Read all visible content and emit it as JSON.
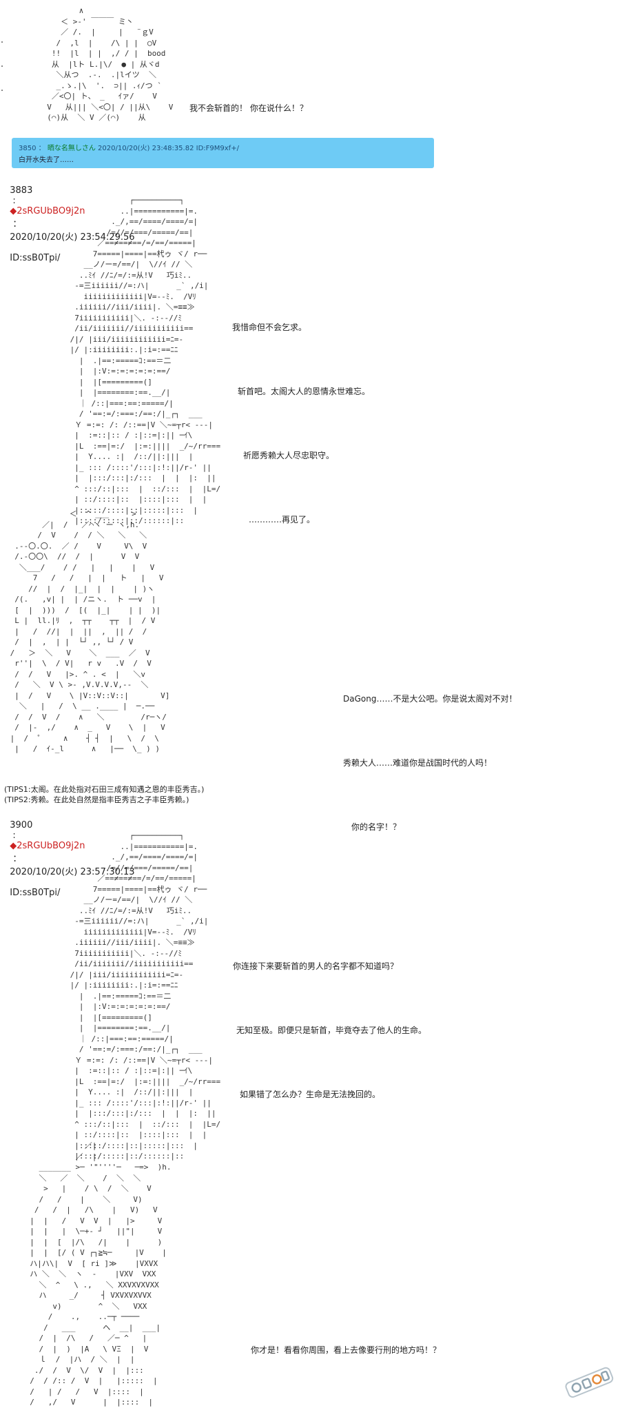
{
  "posts": [
    {
      "number": "3883",
      "trip": "◆2sRGUbBO9j2n",
      "datetime": "2020/10/20(火) 23:54:29.56",
      "id": "ID:ssB0Tpi/"
    },
    {
      "number": "3900",
      "trip": "◆2sRGUbBO9j2n",
      "datetime": "2020/10/20(火) 23:57:30.13",
      "id": "ID:ssB0Tpi/"
    }
  ],
  "separator": ":",
  "quote": {
    "number": "3850",
    "name": "晒な名無しさん",
    "datetime": "2020/10/20(火) 23:48:35.82",
    "id": "ID:F9M9xf+/",
    "text": "白开水失去了……"
  },
  "speech1": [
    "我不会斩首的！ 你在说什么！？"
  ],
  "speech2": [
    "我惜命但不会乞求。",
    "斩首吧。太阁大人的恩情永世难忘。",
    "祈愿秀赖大人尽忠职守。",
    "…………再见了。"
  ],
  "speech3": [
    "DaGong……不是大公吧。你是说太阁对不对！",
    "秀赖大人……难道你是战国时代的人吗！",
    "你的名字！？"
  ],
  "speech4": [
    "你连接下来要斩首的男人的名字都不知道吗？",
    "无知至极。即便只是斩首，毕竟夺去了他人的生命。",
    "如果错了怎么办？生命是无法挽回的。"
  ],
  "speech5": [
    "你才是！看看你周围，看上去像要行刑的地方吗！？"
  ],
  "tips": [
    "(TIPS1:太阁。在此处指对石田三成有知遇之恩的丰臣秀吉。)",
    "(TIPS2:秀赖。在此处自然是指丰臣秀吉之子丰臣秀赖。)"
  ],
  "ascii_art": {
    "art1": "         ∧\n     ＜ >‐' ￣￣￣ ミ丶\n     ／ /.  |     |   ¨ｇV\n    /  ,l  |    /\\ | |  ◯V\n   !!  |l  | |  ,/ / |  bood\n   从  |lト L.|\\/  ● | 从ヾd\n    ＼从つ  .‐.  .|lイツ  ＼\n    _.ゝ.|\\  '.  ⊃|| .ｨ/つ `\n   ／<〇| ト、 _   ｲァ/    V\n  V   从||| ＼<〇| / ||从\\    V\n  (⌒)从  ＼ V ／(⌒)    从",
    "art2": "              ┌──────────┐\n            ..|===========|=.\n          ._/,==/====/====/=|\n        ./=//=/===/=====/==|\n       ／==≠==≠==/=/==/=====|\n      7=====|====|==杙ゥ ヾ/ r──\n    __ノ/ー=/==/|  \\//ｲ // ＼\n   ..ﾐｲ //ﾆ/=/:=从!V   巧iﾐ..\n  -=三iiiiii//=:ハ|      _` ,/i|\n    iiiiiiiiiiiii|V=--ﾐ.  /Vﾘ\n  .iiiiii//iii/iiii|. ＼=≡≡≫\n  7iiiiiiiiiii|＼. -:--//ﾐ\n  /ii/iiiiiii//iiiiiiiiiii==\n /|/ |iii/iiiiiiiiiiii=ﾆ=-\n |/ |:iiiiiiii:.|:i=:==ﾆﾆ\n   |  .|==:=====ｺ:==＝二\n   |  |:V:=:=:=:=:=:==/\n   |  |[=========(]\n   |  |========:==.__/|\n   ｜ /::|===:==:=====/|\n   / '==:=/:===:/==:/|_┌┐  ___\n  Ｙ =:=: /: /::==|V ＼~=┬r< ---|\n  |  :=::|:: / :|::=|:|| ─ｲ\\\n  |L  :==|=:/  |:=:||||  _/~/rr===\n  |  Y.... :|  /::/||:|||  |\n  |_ ::: /::::'/:::|:!:||/r-' ||\n  |  |:::/:::|:/:::  |  |  |:  ||\n  ^ :::/::|:::  |  ::/:::  |  |L=/\n  | ::/::::|::  |::::|:::  |  |\n  |:::::/::::|::|:::::|:::  |\n  |::::/:::::|::/::::::|::",
    "art3": "              ＜  ^ ___     >\n        ／|  /   ／⌒ヽ ー ヽ,h.\n       /  V    /  / ＼   ＼   ＼\n  .--〇.〇.  ／ /    V     V\\  V\n  /.‐〇〇\\  //  /  |      V  V\n   ＼___/    / /   |   |    |   V\n      7   /   /   |  |   ト   |   V\n     //  |  /  |_|  |  |    | )ヽ\n  /(.   ,v| |  | /ニヽ.  ト ──v  |\n  [  |  )))  /  [(  |_|    | |  )|\n  L |  ll.|ﾘ  ,  ┬┬    ┬┬  |  / V\n  |   /  //|  |  ||  ,  || /  /\n  /  |  ,  | |  └┘ ,, └┘ / V\n /   ＞  ＼   V    ＼  ___  ／  V\n  r''|  \\  / V|   r v   .V  /  V\n  /  /   V   |>. ^ . <  |   ＼v\n  /   ＼  V \\ >- ,V.V.V.V,--  ＼\n  |  /   V    \\ |V::V::V::|       V]\n   ＼   |   /  \\ __ .____ |  ─.──\n  /  /  V  /    ∧   ＼        /r─ヽ/\n  /  |-  ,/    ∧  _   V    \\  |   V\n |  /  ゜    ∧    ┤ ┤  |   \\  /  \\\n  |   /  ｲ‐_l      ∧   |──  \\_ ) ) ",
    "art4": "              ┌──────────┐\n            ..|===========|=.\n          ._/,==/====/====/=|\n        ./=//=/===/=====/==|\n       ／==≠==≠==/=/==/=====|\n      7=====|====|==杙ゥ ヾ/ r──\n    __ノ/ー=/==/|  \\//ｲ // ＼\n   ..ﾐｲ //ﾆ/=/:=从!V   巧iﾐ..\n  -=三iiiiii//=:ハ|      _` ,/i|\n    iiiiiiiiiiiii|V=--ﾐ.  /Vﾘ\n  .iiiiii//iii/iiii|. ＼=≡≡≫\n  7iiiiiiiiiii|＼. -:--//ﾐ\n  /ii/iiiiiii//iiiiiiiiiii==\n /|/ |iii/iiiiiiiiiiii=ﾆ=-\n |/ |:iiiiiiii:.|:i=:==ﾆﾆ\n   |  .|==:=====ｺ:==＝二\n   |  |:V:=:=:=:=:=:==/\n   |  |[=========(]\n   |  |========:==.__/|\n   ｜ /::|===:==:=====/|\n   / '==:=/:===:/==:/|_┌┐  ___\n  Ｙ =:=: /: /::==|V ＼~=┬r< ---|\n  |  :=::|:: / :|::=|:|| ─ｲ\\\n  |L  :==|=:/  |:=:||||  _/~/rr===\n  |  Y.... :|  /::/||:|||  |\n  |_ ::: /::::'/:::|:!:||/r-' ||\n  |  |:::/:::|:/:::  |  |  |:  ||\n  ^ :::/::|:::  |  ::/:::  |  |L=/\n  | ::/::::|::  |::::|:::  |  |\n  |:::::/::::|::|:::::|:::  |\n  |::::/:::::|::/::::::|::",
    "art5": "              ／|\n            ／  |\n    _______ >─ '\"''''─   ─=>  )h.\n    ＼   ／  ＼    /  ＼  ＼\n     >   |    / \\  /  ＼    V\n    /   /    |    ＼     V)\n   /   /  |   /\\    |   V)   V\n  |  |   /   V  V  |   |>     V\n  |  |   |  \\─+- ┘   ||\"|     V\n  |  |  [  |/\\   /|    |      )\n  |  |  [/ ( V ┌┐≧≒─     |V    |\n  ハ|ハ\\|  V  [ ri ]≫    |VXVX\n  ハ ＼  ＼  ヽ  ‐    |VXV  VXX\n    ＼  ^   \\ .,   ＼ XXVXVXVXX\n    ハ     _/     ┤ VXVXVXVVX\n       v)        ^  ＼   VXX\n      /    .,    ..─┬ ────\n     /   ___      ヘ  __|  ___|\n    /  |  /\\   /   ／─ ^   |\n    /  |  )  |A   \\ VΞ  |  V\n    ｌ  /  |ハ  / ＼  |  |\n   ./  /  V  \\/  V  |  |:::\n  /  / /:: /  V  |   |:::::  |\n  /   | /   /   V  |::::  |\n  /   ,/   V      |  |::::  |"
  }
}
